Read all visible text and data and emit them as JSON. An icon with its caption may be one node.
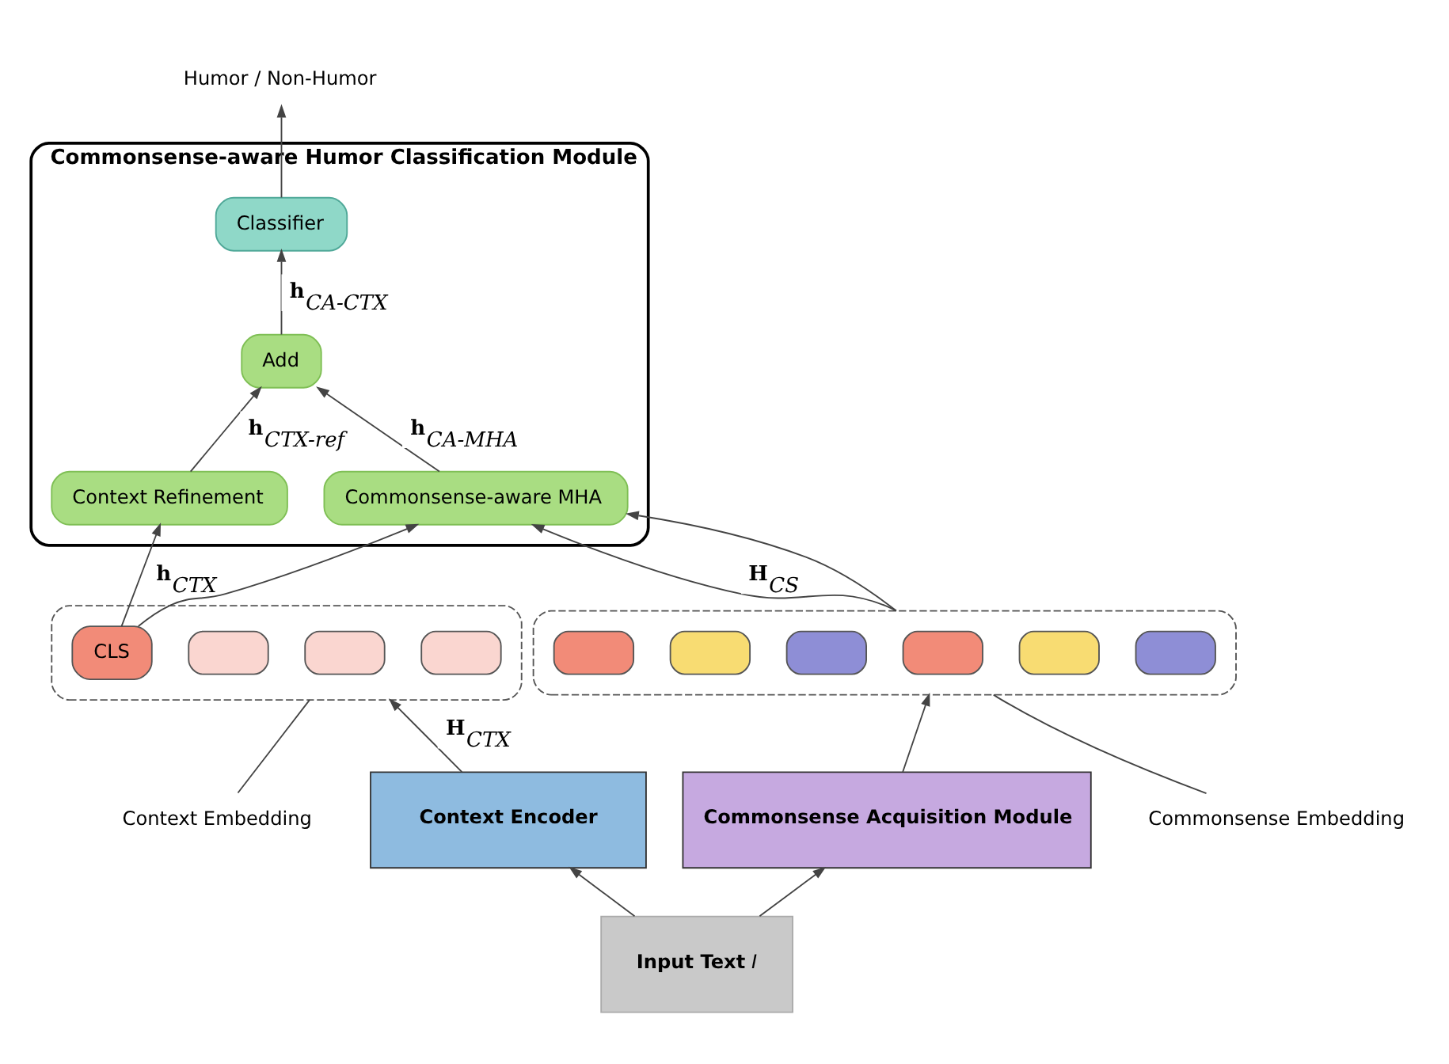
{
  "diagram": {
    "nodes": [
      {
        "text": [
          "**Commonsense-aware Humor Classification Module**"
        ]
      },
      {
        "text": [
          "Classifier"
        ],
        "in": 0
      },
      {
        "text": [
          "Add"
        ],
        "in": 0
      },
      {
        "text": [
          "Context Refinement"
        ],
        "in": 0
      },
      {
        "text": [
          "Commonsense-aware MHA"
        ],
        "in": 0
      },
      {
        "text": [
          "Humor / Non-Humor"
        ]
      },
      {
        "text": [
          "Context Embedding"
        ]
      },
      {
        "text": [],
        "shape": "box"
      },
      {
        "text": [
          "CLS"
        ],
        "in": 7
      },
      {
        "text": [],
        "shape": "box",
        "in": 7
      },
      {
        "text": [],
        "shape": "box",
        "in": 7
      },
      {
        "text": [],
        "shape": "box",
        "in": 7
      },
      {
        "text": [
          "Commonsense Embedding"
        ]
      },
      {
        "text": [],
        "shape": "box"
      },
      {
        "text": [],
        "shape": "box",
        "in": 13
      },
      {
        "text": [],
        "shape": "box",
        "in": 13
      },
      {
        "text": [],
        "shape": "box",
        "in": 13
      },
      {
        "text": [],
        "shape": "box",
        "in": 13
      },
      {
        "text": [],
        "shape": "box",
        "in": 13
      },
      {
        "text": [],
        "shape": "box",
        "in": 13
      },
      {
        "text": [
          "**Context Encoder**"
        ]
      },
      {
        "text": [
          "**Commonsense Acquisition Module**"
        ]
      },
      {
        "text": [
          "**Input Text** *I*"
        ]
      }
    ],
    "edges": [
      {
        "from": 22,
        "to": 20,
        "arrow": "to"
      },
      {
        "from": 22,
        "to": 21,
        "arrow": "to"
      },
      {
        "from": 20,
        "to": 7,
        "arrow": "to",
        "label": "**H**$_{CTX}$"
      },
      {
        "from": 21,
        "to": 13,
        "arrow": "to"
      },
      {
        "from": 6,
        "to": 7,
        "arrow": "none"
      },
      {
        "from": 12,
        "to": 13,
        "arrow": "none"
      },
      {
        "from": 8,
        "to": 3,
        "arrow": "to",
        "label": "**h**$_{CTX}$"
      },
      {
        "from": 8,
        "to": 4,
        "arrow": "to"
      },
      {
        "from": 13,
        "to": 4,
        "arrow": "to",
        "label": "**H**$_{CS}$"
      },
      {
        "from": 13,
        "to": 4,
        "arrow": "to"
      },
      {
        "from": 3,
        "to": 2,
        "arrow": "to",
        "label": "**h**$_{CTX-ref}$"
      },
      {
        "from": 4,
        "to": 2,
        "arrow": "to",
        "label": "**h**$_{CA-MHA}$"
      },
      {
        "from": 2,
        "to": 1,
        "arrow": "to",
        "label": "**h**$_{CA-CTX}$"
      },
      {
        "from": 1,
        "to": 5,
        "arrow": "to"
      }
    ]
  }
}
